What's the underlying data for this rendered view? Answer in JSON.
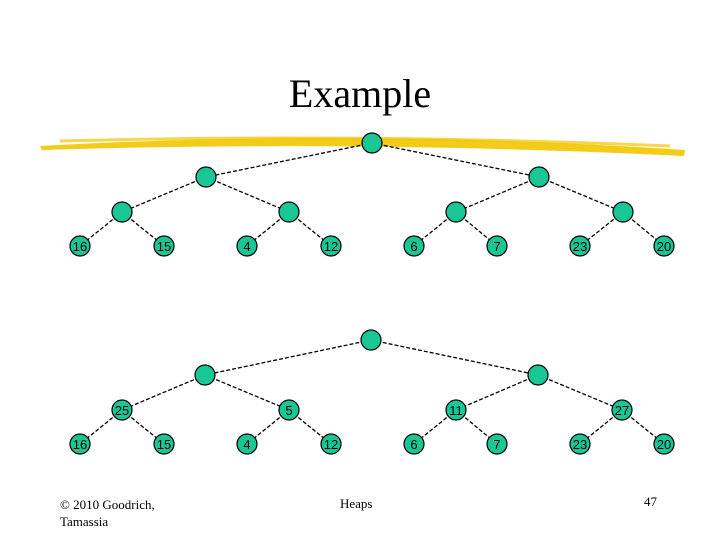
{
  "slide": {
    "title": "Example",
    "footer_left_line1": "© 2010 Goodrich,",
    "footer_left_line2": "Tamassia",
    "footer_center": "Heaps",
    "page_number": "47"
  },
  "colors": {
    "node_fill": "#19c796",
    "title_underline": "#f2c500"
  },
  "diagram": {
    "top_heap": {
      "leaf_keys": [
        "16",
        "15",
        "4",
        "12",
        "6",
        "7",
        "23",
        "20"
      ]
    },
    "bottom_heap": {
      "level3_keys": [
        "25",
        "5",
        "11",
        "27"
      ],
      "leaf_keys": [
        "16",
        "15",
        "4",
        "12",
        "6",
        "7",
        "23",
        "20"
      ]
    }
  }
}
